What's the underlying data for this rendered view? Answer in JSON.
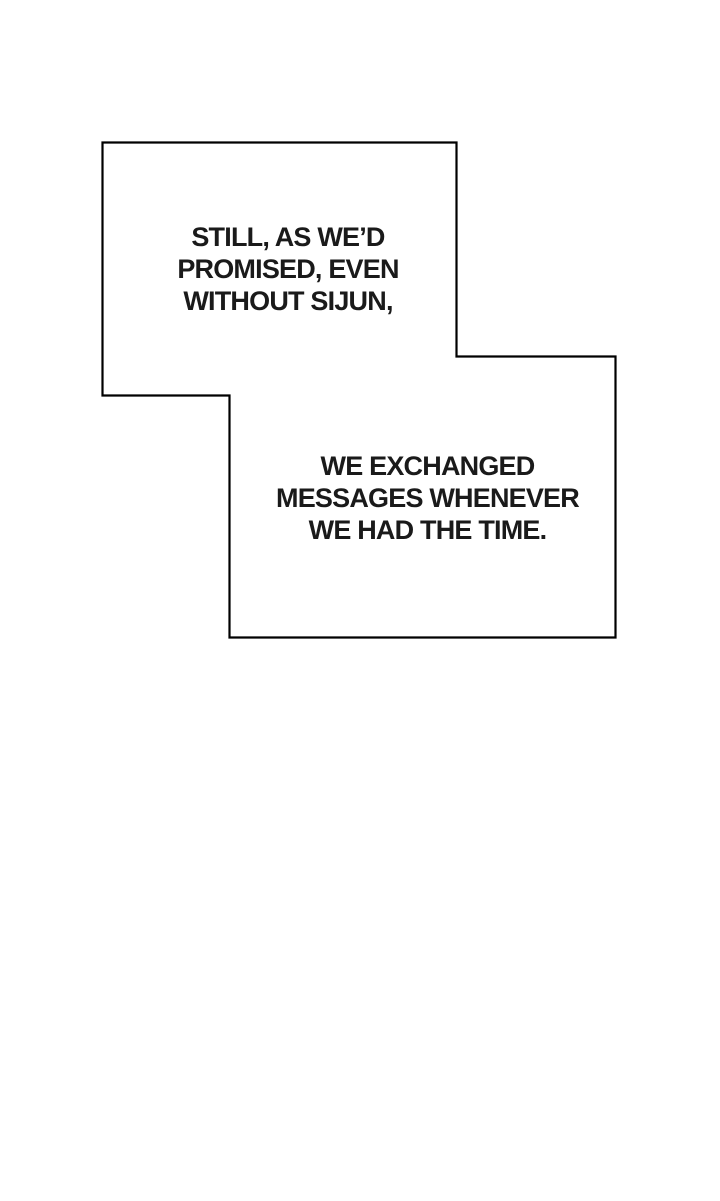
{
  "page": {
    "background": "#ffffff"
  },
  "panel": {
    "kind": "webtoon-narration-panel",
    "outline_color": "#000000",
    "box_fill": "#ffffff",
    "text_color": "#1a1a1a",
    "boxes": [
      {
        "name": "narration-box-top-left",
        "lines": [
          "STILL, AS WE’D",
          "PROMISED, EVEN",
          "WITHOUT SIJUN,"
        ],
        "text": "STILL, AS WE’D PROMISED, EVEN WITHOUT SIJUN,"
      },
      {
        "name": "narration-box-bottom-right",
        "lines": [
          "WE EXCHANGED",
          "MESSAGES WHENEVER",
          "WE HAD THE TIME."
        ],
        "text": "WE EXCHANGED MESSAGES WHENEVER WE HAD THE TIME."
      }
    ]
  }
}
